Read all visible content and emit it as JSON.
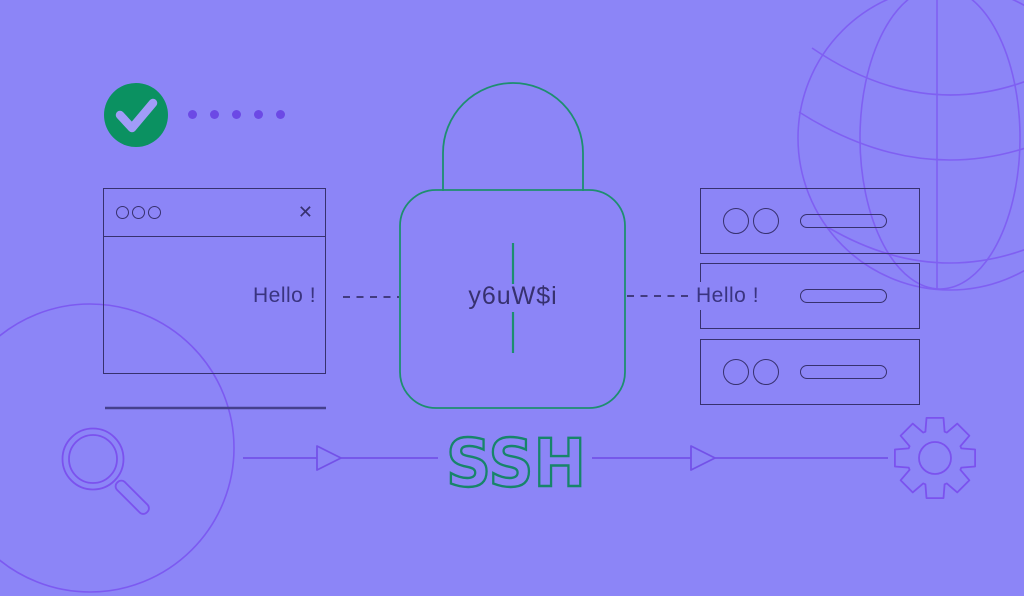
{
  "illustration": {
    "client_window": {
      "message": "Hello !",
      "close_icon": "✕",
      "window_control_dots": 3
    },
    "encryption_lock": {
      "cipher_text": "y6uW$i"
    },
    "server_stack": {
      "message": "Hello !",
      "rows": 3
    },
    "protocol": {
      "label": "SSH"
    },
    "progress_dots": {
      "count": 5
    }
  },
  "icons": {
    "check": "checkmark-badge",
    "magnifier": "magnifying-glass",
    "gear": "settings-gear",
    "globe": "globe-wireframe",
    "lock": "padlock",
    "arrows": "right-arrows"
  },
  "colors": {
    "background": "#8C85F7",
    "ink": "#37316F",
    "accent_purple": "#7352E8",
    "lock_teal": "#1E8E70",
    "ssh_stroke": "#17856A",
    "badge_green": "#0B9161",
    "check_mark": "#A19CF8",
    "underline": "#45408D"
  }
}
